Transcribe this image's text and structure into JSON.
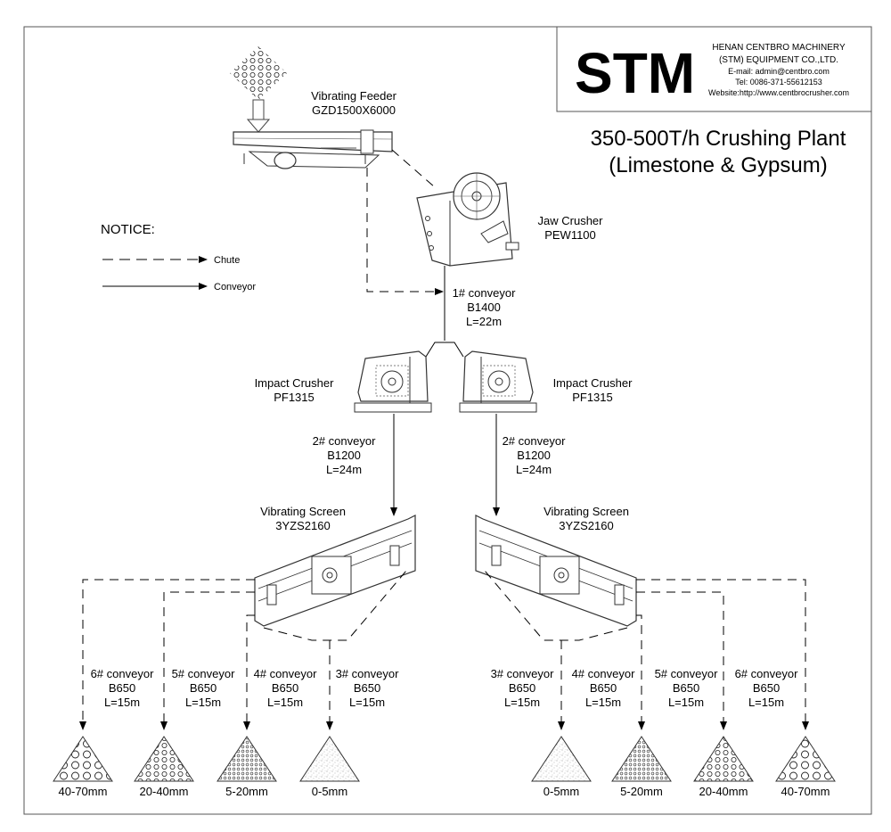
{
  "company": {
    "logo": "STM",
    "name_line1": "HENAN CENTBRO MACHINERY",
    "name_line2": "(STM) EQUIPMENT CO.,LTD.",
    "email": "E-mail:  admin@centbro.com",
    "tel": "Tel:  0086-371-55612153",
    "website": "Website:http://www.centbrocrusher.com"
  },
  "title": {
    "line1": "350-500T/h Crushing Plant",
    "line2": "(Limestone & Gypsum)"
  },
  "notice": {
    "heading": "NOTICE:",
    "chute_label": "Chute",
    "conveyor_label": "Conveyor"
  },
  "equipment": {
    "feeder": {
      "name": "Vibrating Feeder",
      "model": "GZD1500X6000"
    },
    "jaw": {
      "name": "Jaw Crusher",
      "model": "PEW1100"
    },
    "impact_left": {
      "name": "Impact Crusher",
      "model": "PF1315"
    },
    "impact_right": {
      "name": "Impact Crusher",
      "model": "PF1315"
    },
    "screen_left": {
      "name": "Vibrating Screen",
      "model": "3YZS2160"
    },
    "screen_right": {
      "name": "Vibrating Screen",
      "model": "3YZS2160"
    }
  },
  "conveyors": {
    "c1": {
      "name": "1# conveyor",
      "model": "B1400",
      "length": "L=22m"
    },
    "c2_left": {
      "name": "2# conveyor",
      "model": "B1200",
      "length": "L=24m"
    },
    "c2_right": {
      "name": "2# conveyor",
      "model": "B1200",
      "length": "L=24m"
    },
    "left": [
      {
        "name": "6# conveyor",
        "model": "B650",
        "length": "L=15m"
      },
      {
        "name": "5# conveyor",
        "model": "B650",
        "length": "L=15m"
      },
      {
        "name": "4# conveyor",
        "model": "B650",
        "length": "L=15m"
      },
      {
        "name": "3# conveyor",
        "model": "B650",
        "length": "L=15m"
      }
    ],
    "right": [
      {
        "name": "3# conveyor",
        "model": "B650",
        "length": "L=15m"
      },
      {
        "name": "4# conveyor",
        "model": "B650",
        "length": "L=15m"
      },
      {
        "name": "5# conveyor",
        "model": "B650",
        "length": "L=15m"
      },
      {
        "name": "6# conveyor",
        "model": "B650",
        "length": "L=15m"
      }
    ]
  },
  "products": {
    "left": [
      "40-70mm",
      "20-40mm",
      "5-20mm",
      "0-5mm"
    ],
    "right": [
      "0-5mm",
      "5-20mm",
      "20-40mm",
      "40-70mm"
    ]
  }
}
